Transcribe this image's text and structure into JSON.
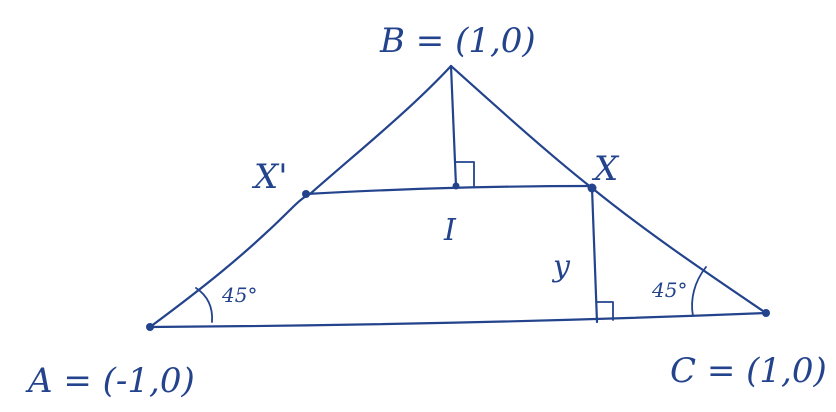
{
  "diagram": {
    "ink_color": "#23438c",
    "labels": {
      "B": "B = (1,0)",
      "A": "A = (-1,0)",
      "C": "C = (1,0)",
      "X": "X",
      "X_prime": "X'",
      "I": "I",
      "y": "y",
      "angle_A": "45°",
      "angle_C": "45°"
    }
  }
}
